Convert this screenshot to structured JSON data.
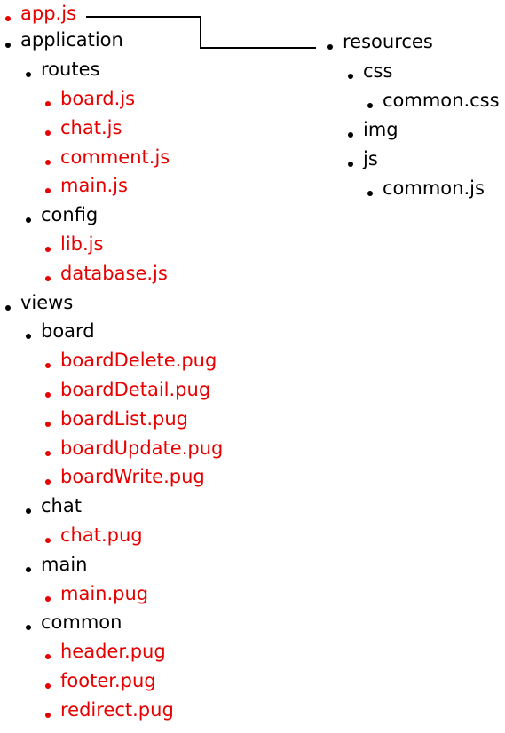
{
  "colors": {
    "file": "#e60000",
    "folder": "#000000",
    "connector": "#000000"
  },
  "left_tree": [
    {
      "label": "app.js",
      "kind": "file"
    },
    {
      "label": "application",
      "kind": "folder"
    },
    {
      "label": "routes",
      "kind": "folder"
    },
    {
      "label": "board.js",
      "kind": "file"
    },
    {
      "label": "chat.js",
      "kind": "file"
    },
    {
      "label": "comment.js",
      "kind": "file"
    },
    {
      "label": "main.js",
      "kind": "file"
    },
    {
      "label": "config",
      "kind": "folder"
    },
    {
      "label": "lib.js",
      "kind": "file"
    },
    {
      "label": "database.js",
      "kind": "file"
    },
    {
      "label": "views",
      "kind": "folder"
    },
    {
      "label": "board",
      "kind": "folder"
    },
    {
      "label": "boardDelete.pug",
      "kind": "file"
    },
    {
      "label": "boardDetail.pug",
      "kind": "file"
    },
    {
      "label": "boardList.pug",
      "kind": "file"
    },
    {
      "label": "boardUpdate.pug",
      "kind": "file"
    },
    {
      "label": "boardWrite.pug",
      "kind": "file"
    },
    {
      "label": "chat",
      "kind": "folder"
    },
    {
      "label": "chat.pug",
      "kind": "file"
    },
    {
      "label": "main",
      "kind": "folder"
    },
    {
      "label": "main.pug",
      "kind": "file"
    },
    {
      "label": "common",
      "kind": "folder"
    },
    {
      "label": "header.pug",
      "kind": "file"
    },
    {
      "label": "footer.pug",
      "kind": "file"
    },
    {
      "label": "redirect.pug",
      "kind": "file"
    }
  ],
  "right_tree": [
    {
      "label": "resources",
      "kind": "folder"
    },
    {
      "label": "css",
      "kind": "folder"
    },
    {
      "label": "common.css",
      "kind": "folder"
    },
    {
      "label": "img",
      "kind": "folder"
    },
    {
      "label": "js",
      "kind": "folder"
    },
    {
      "label": "common.js",
      "kind": "folder"
    }
  ]
}
